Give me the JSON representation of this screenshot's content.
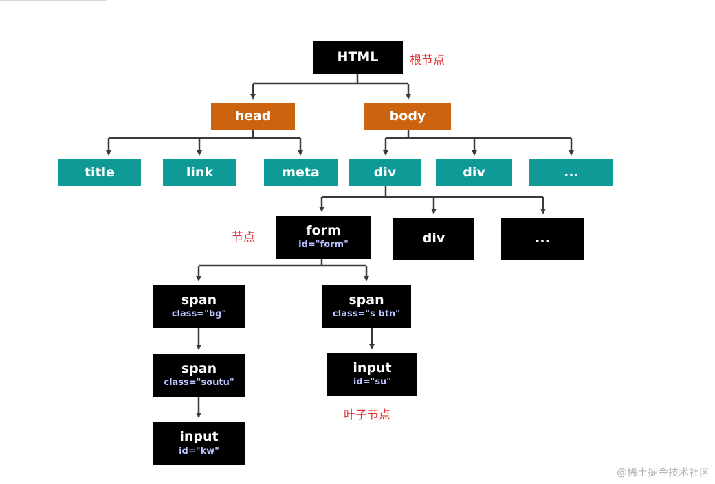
{
  "nodes": {
    "html": {
      "label": "HTML"
    },
    "head": {
      "label": "head"
    },
    "body": {
      "label": "body"
    },
    "title": {
      "label": "title"
    },
    "link": {
      "label": "link"
    },
    "meta": {
      "label": "meta"
    },
    "div_teal_1": {
      "label": "div"
    },
    "div_teal_2": {
      "label": "div"
    },
    "ellipsis_teal": {
      "label": "..."
    },
    "form": {
      "label": "form",
      "attr": "id=\"form\""
    },
    "div_black": {
      "label": "div"
    },
    "ellipsis_black": {
      "label": "..."
    },
    "span_bg": {
      "label": "span",
      "attr": "class=\"bg\""
    },
    "span_btn": {
      "label": "span",
      "attr": "class=\"s  btn\""
    },
    "span_soutu": {
      "label": "span",
      "attr": "class=\"soutu\""
    },
    "input_su": {
      "label": "input",
      "attr": "id=\"su\""
    },
    "input_kw": {
      "label": "input",
      "attr": "id=\"kw\""
    }
  },
  "annotations": {
    "root": "根节点",
    "node": "节点",
    "leaf": "叶子节点"
  },
  "watermark": "@稀土掘金技术社区",
  "colors": {
    "black_node": "#000000",
    "head_body_node": "#cc640f",
    "child_node": "#0f9a98",
    "annotation": "#e23333",
    "attribute_text": "#b9c3ff",
    "connector": "#3a3a3a"
  }
}
